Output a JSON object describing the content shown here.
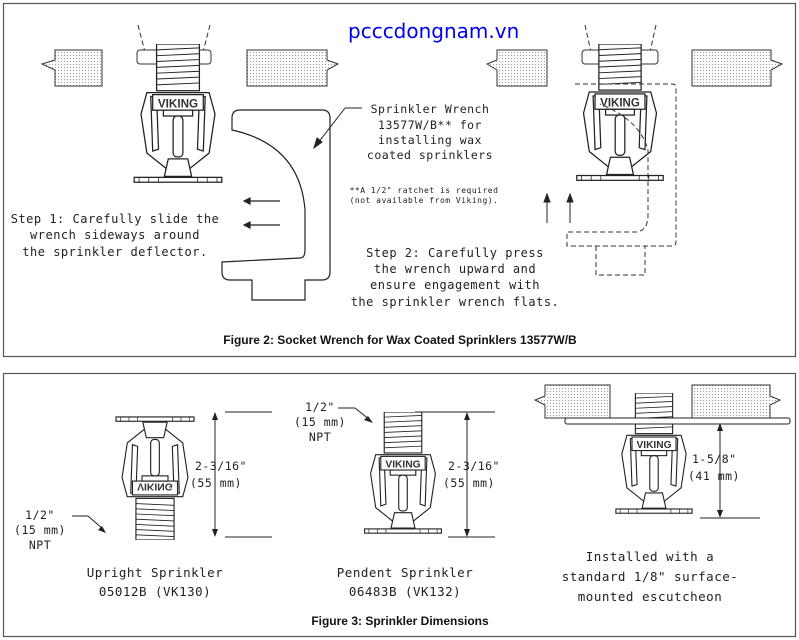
{
  "watermark": "pcccdongnam.vn",
  "logo": "VIKING",
  "figure2": {
    "caption": "Figure 2:  Socket Wrench for Wax Coated Sprinklers 13577W/B",
    "wrench_label": [
      "Sprinkler Wrench",
      "13577W/B** for",
      "installing wax",
      "coated sprinklers"
    ],
    "note": [
      "**A 1/2\" ratchet is required",
      "(not available from Viking)."
    ],
    "step1": [
      "Step 1: Carefully slide the",
      "wrench sideways around",
      "the sprinkler deflector."
    ],
    "step2": [
      "Step 2: Carefully press",
      "the wrench upward and",
      "ensure engagement with",
      "the sprinkler wrench flats."
    ]
  },
  "figure3": {
    "caption": "Figure 3:  Sprinkler Dimensions",
    "upright": {
      "thread": [
        "1/2\"",
        "(15 mm)",
        "NPT"
      ],
      "height": [
        "2-3/16\"",
        "(55 mm)"
      ],
      "name": [
        "Upright Sprinkler",
        "05012B (VK130)"
      ]
    },
    "pendent": {
      "thread": [
        "1/2\"",
        "(15 mm)",
        "NPT"
      ],
      "height": [
        "2-3/16\"",
        "(55 mm)"
      ],
      "name": [
        "Pendent Sprinkler",
        "06483B (VK132)"
      ]
    },
    "installed": {
      "height": [
        "1-5/8\"",
        "(41 mm)"
      ],
      "name": [
        "Installed with a",
        "standard 1/8\" surface-",
        "mounted escutcheon"
      ]
    }
  },
  "colors": {
    "watermark": "#0000ee",
    "line": "#222222",
    "border": "#555555"
  }
}
